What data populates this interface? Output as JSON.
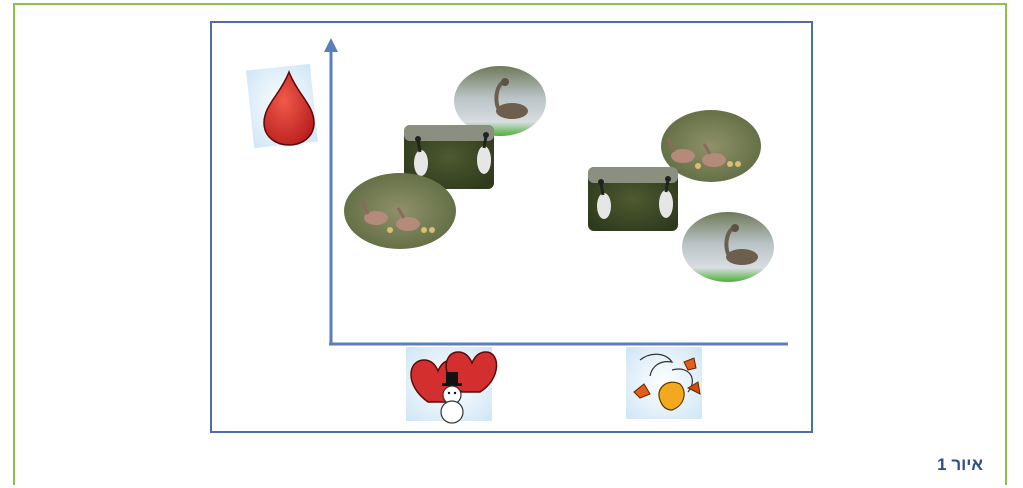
{
  "caption": "איור 1",
  "colors": {
    "frame": "#8bc34a",
    "axis": "#5b7fb8",
    "caption": "#2a4e8c"
  },
  "icons": {
    "y_axis": "blood-drop-icon",
    "x_left": "hearts-snowman-icon",
    "x_right": "autumn-leaves-icon"
  },
  "groups": [
    {
      "season": "winter",
      "photos": [
        "goose-standing-photo",
        "geese-pair-photo",
        "geese-family-photo"
      ]
    },
    {
      "season": "autumn",
      "photos": [
        "geese-family-photo",
        "geese-pair-photo",
        "goose-standing-photo"
      ]
    }
  ]
}
